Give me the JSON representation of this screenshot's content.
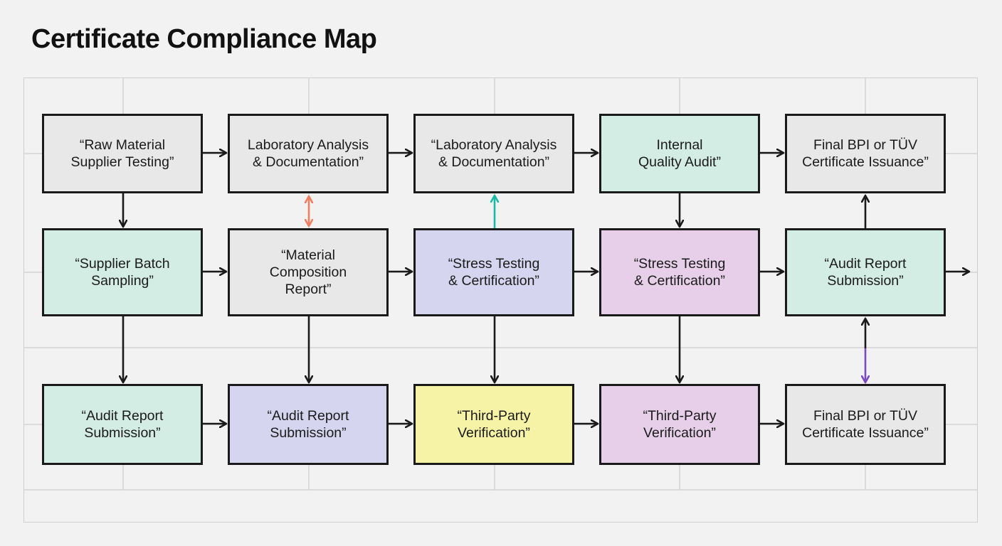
{
  "title": "Certificate Compliance Map",
  "colors": {
    "gray": "#e8e8e8",
    "mint": "#d4ede4",
    "lavender": "#d6d5ef",
    "pink": "#e7cfe9",
    "yellow": "#f6f3a6",
    "orange_arrow": "#f07e5e",
    "teal_arrow": "#1ab9a5",
    "purple_arrow": "#7b4ac4",
    "line": "#1a1a1a"
  },
  "nodes": {
    "r1c1": {
      "label": "“Raw Material\nSupplier Testing”",
      "fill": "gray"
    },
    "r1c2": {
      "label": "Laboratory Analysis\n& Documentation”",
      "fill": "gray"
    },
    "r1c3": {
      "label": "“Laboratory Analysis\n& Documentation”",
      "fill": "gray"
    },
    "r1c4": {
      "label": "Internal\nQuality Audit”",
      "fill": "mint"
    },
    "r1c5": {
      "label": "Final BPI or TÜV\nCertificate Issuance”",
      "fill": "gray"
    },
    "r2c1": {
      "label": "“Supplier Batch\nSampling”",
      "fill": "mint"
    },
    "r2c2": {
      "label": "“Material\nComposition\nReport”",
      "fill": "gray"
    },
    "r2c3": {
      "label": "“Stress Testing\n& Certification”",
      "fill": "lavender"
    },
    "r2c4": {
      "label": "“Stress Testing\n& Certification”",
      "fill": "pink"
    },
    "r2c5": {
      "label": "“Audit Report\nSubmission”",
      "fill": "mint"
    },
    "r3c1": {
      "label": "“Audit Report\nSubmission”",
      "fill": "mint"
    },
    "r3c2": {
      "label": "“Audit Report\nSubmission”",
      "fill": "lavender"
    },
    "r3c3": {
      "label": "“Third-Party\nVerification”",
      "fill": "yellow"
    },
    "r3c4": {
      "label": "“Third-Party\nVerification”",
      "fill": "pink"
    },
    "r3c5": {
      "label": "Final BPI or TÜV\nCertificate Issuance”",
      "fill": "gray"
    }
  }
}
